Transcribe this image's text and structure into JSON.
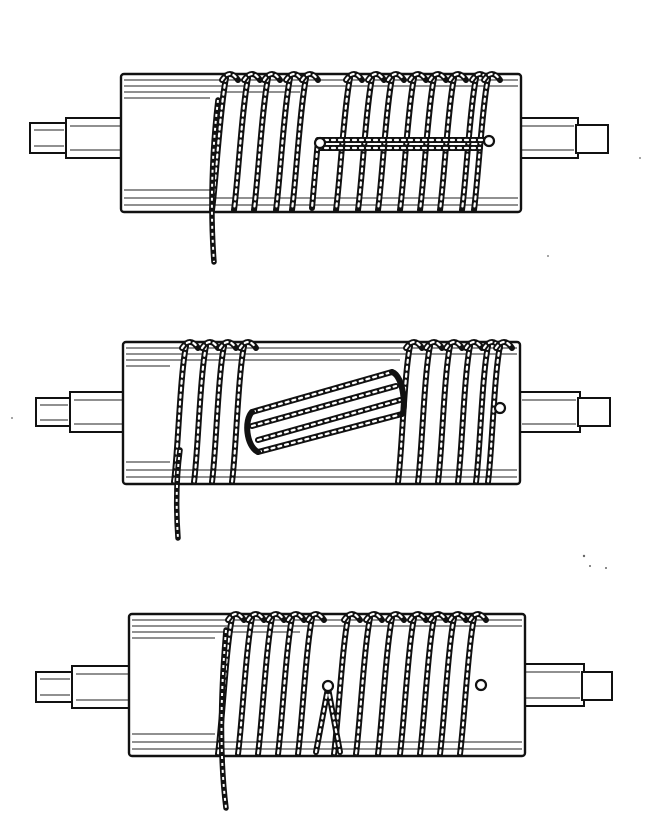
{
  "figure": {
    "kind": "technical illustration",
    "panels": [
      {
        "id": "top",
        "variant": "wrapped-with-loop-end"
      },
      {
        "id": "middle",
        "variant": "partially-wrapped-with-folded-loop"
      },
      {
        "id": "bottom",
        "variant": "fully-wrapped-with-tuck-end"
      }
    ]
  },
  "colors": {
    "ink": "#111111",
    "paper": "#ffffff"
  }
}
